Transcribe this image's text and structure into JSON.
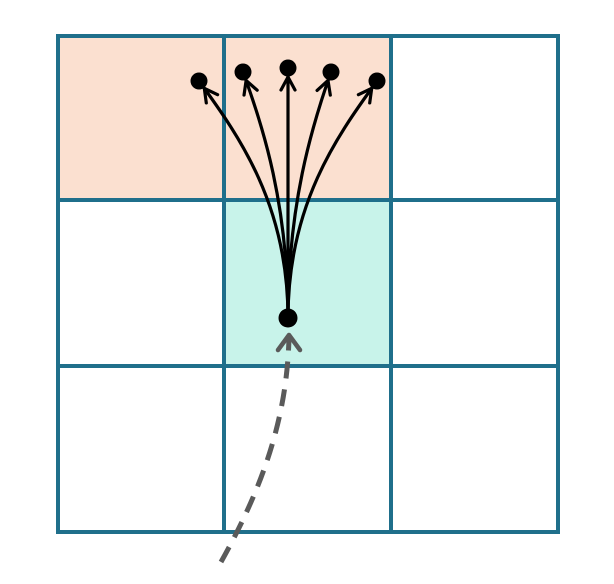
{
  "grid": {
    "rows": 3,
    "cols": 3,
    "line_color": "#1f6f8b",
    "cells": [
      {
        "row": 0,
        "col": 0,
        "state": "target"
      },
      {
        "row": 0,
        "col": 1,
        "state": "target"
      },
      {
        "row": 0,
        "col": 2,
        "state": "empty"
      },
      {
        "row": 1,
        "col": 0,
        "state": "empty"
      },
      {
        "row": 1,
        "col": 1,
        "state": "current"
      },
      {
        "row": 1,
        "col": 2,
        "state": "empty"
      },
      {
        "row": 2,
        "col": 0,
        "state": "empty"
      },
      {
        "row": 2,
        "col": 1,
        "state": "empty"
      },
      {
        "row": 2,
        "col": 2,
        "state": "empty"
      }
    ]
  },
  "colors": {
    "target_fill": "#fbe0d0",
    "current_fill": "#c8f3ea",
    "empty_fill": "#ffffff",
    "arrow": "#000000",
    "incoming_path": "#5a5a5a"
  },
  "branches": {
    "count": 5,
    "origin_cell": {
      "row": 1,
      "col": 1
    },
    "target_row": 0,
    "end_nodes": "filled-dots",
    "arrow_style": "solid-with-arrowhead"
  },
  "incoming_path": {
    "style": "dashed",
    "enters_from": "bottom",
    "ends_with_arrowhead": true
  }
}
